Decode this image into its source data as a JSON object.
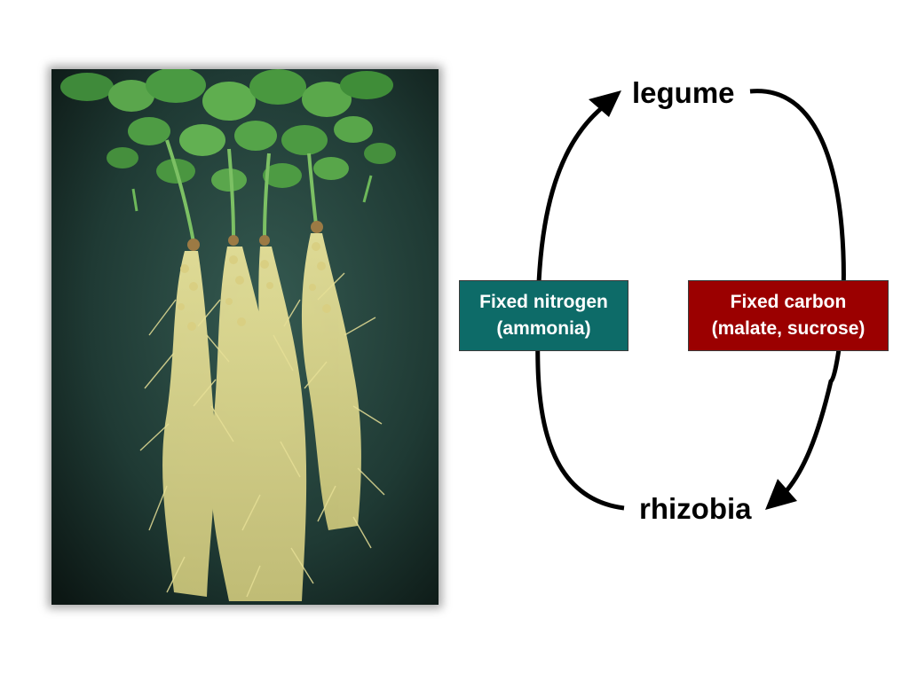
{
  "diagram": {
    "top_node": "legume",
    "bottom_node": "rhizobia",
    "left_flow": {
      "line1": "Fixed nitrogen",
      "line2": "(ammonia)",
      "color": "#0d6b68"
    },
    "right_flow": {
      "line1": "Fixed carbon",
      "line2": "(malate, sucrose)",
      "color": "#9b0000"
    }
  },
  "photo": {
    "subject": "legume-plants-with-nodulated-roots"
  }
}
